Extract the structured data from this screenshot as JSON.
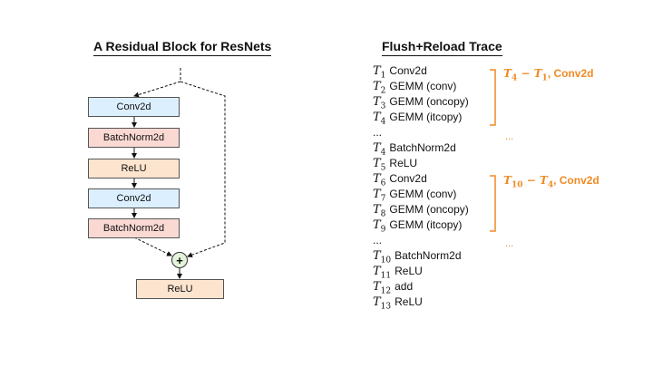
{
  "left_title": "A Residual Block for ResNets",
  "right_title": "Flush+Reload Trace",
  "block": {
    "layers": [
      "Conv2d",
      "BatchNorm2d",
      "ReLU",
      "Conv2d",
      "BatchNorm2d"
    ],
    "add_symbol": "+",
    "output": "ReLU"
  },
  "trace": [
    {
      "sym": "T",
      "sub": "1",
      "op": "Conv2d"
    },
    {
      "sym": "T",
      "sub": "2",
      "op": "GEMM (conv)"
    },
    {
      "sym": "T",
      "sub": "3",
      "op": "GEMM (oncopy)"
    },
    {
      "sym": "T",
      "sub": "4",
      "op": "GEMM (itcopy)"
    },
    {
      "sym": "",
      "sub": "",
      "op": "..."
    },
    {
      "sym": "T",
      "sub": "4",
      "op": "BatchNorm2d"
    },
    {
      "sym": "T",
      "sub": "5",
      "op": "ReLU"
    },
    {
      "sym": "T",
      "sub": "6",
      "op": "Conv2d"
    },
    {
      "sym": "T",
      "sub": "7",
      "op": "GEMM (conv)"
    },
    {
      "sym": "T",
      "sub": "8",
      "op": "GEMM (oncopy)"
    },
    {
      "sym": "T",
      "sub": "9",
      "op": "GEMM (itcopy)"
    },
    {
      "sym": "",
      "sub": "",
      "op": "..."
    },
    {
      "sym": "T",
      "sub": "10",
      "op": "BatchNorm2d"
    },
    {
      "sym": "T",
      "sub": "11",
      "op": "ReLU"
    },
    {
      "sym": "T",
      "sub": "12",
      "op": "add"
    },
    {
      "sym": "T",
      "sub": "13",
      "op": "ReLU"
    }
  ],
  "annotations": [
    {
      "a_sub": "4",
      "b_sub": "1",
      "op": "Conv2d",
      "dots": "..."
    },
    {
      "a_sub": "10",
      "b_sub": "4",
      "op": "Conv2d",
      "dots": "..."
    }
  ],
  "colors": {
    "conv": "#dcefff",
    "batchnorm": "#fbd9d3",
    "relu": "#fde4cf",
    "add": "#e3f4da",
    "annotation": "#f08a24"
  }
}
